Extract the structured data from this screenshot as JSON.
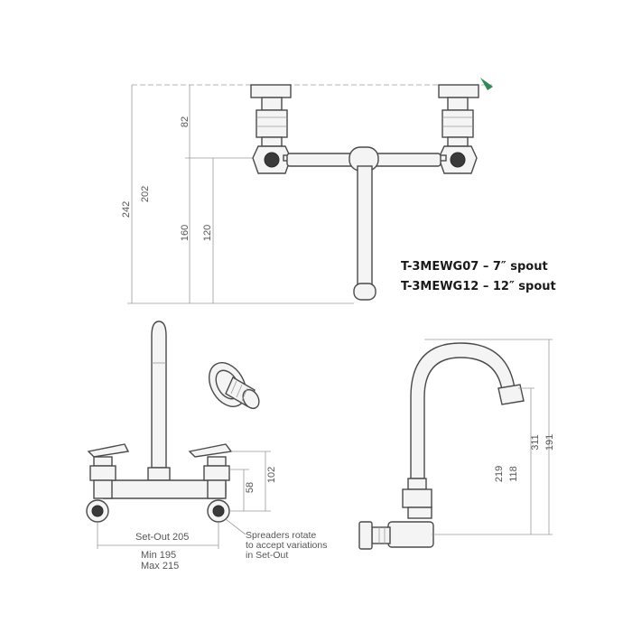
{
  "models": [
    "T-3MEWG07 – 7″ spout",
    "T-3MEWG12 – 12″ spout"
  ],
  "top_view": {
    "dimensions": [
      "242",
      "202",
      "82",
      "160",
      "120"
    ]
  },
  "front_view": {
    "dimensions": [
      "102",
      "58"
    ],
    "setout_label": "Set-Out 205",
    "min_label": "Min 195",
    "max_label": "Max 215",
    "spreader_note": [
      "Spreaders rotate",
      "to accept variations",
      "in Set-Out"
    ]
  },
  "side_view": {
    "dimensions": [
      "219",
      "118",
      "311",
      "191"
    ]
  },
  "colors": {
    "line": "#6b6b6b",
    "text": "#555555",
    "accent": "#2e8b57"
  }
}
